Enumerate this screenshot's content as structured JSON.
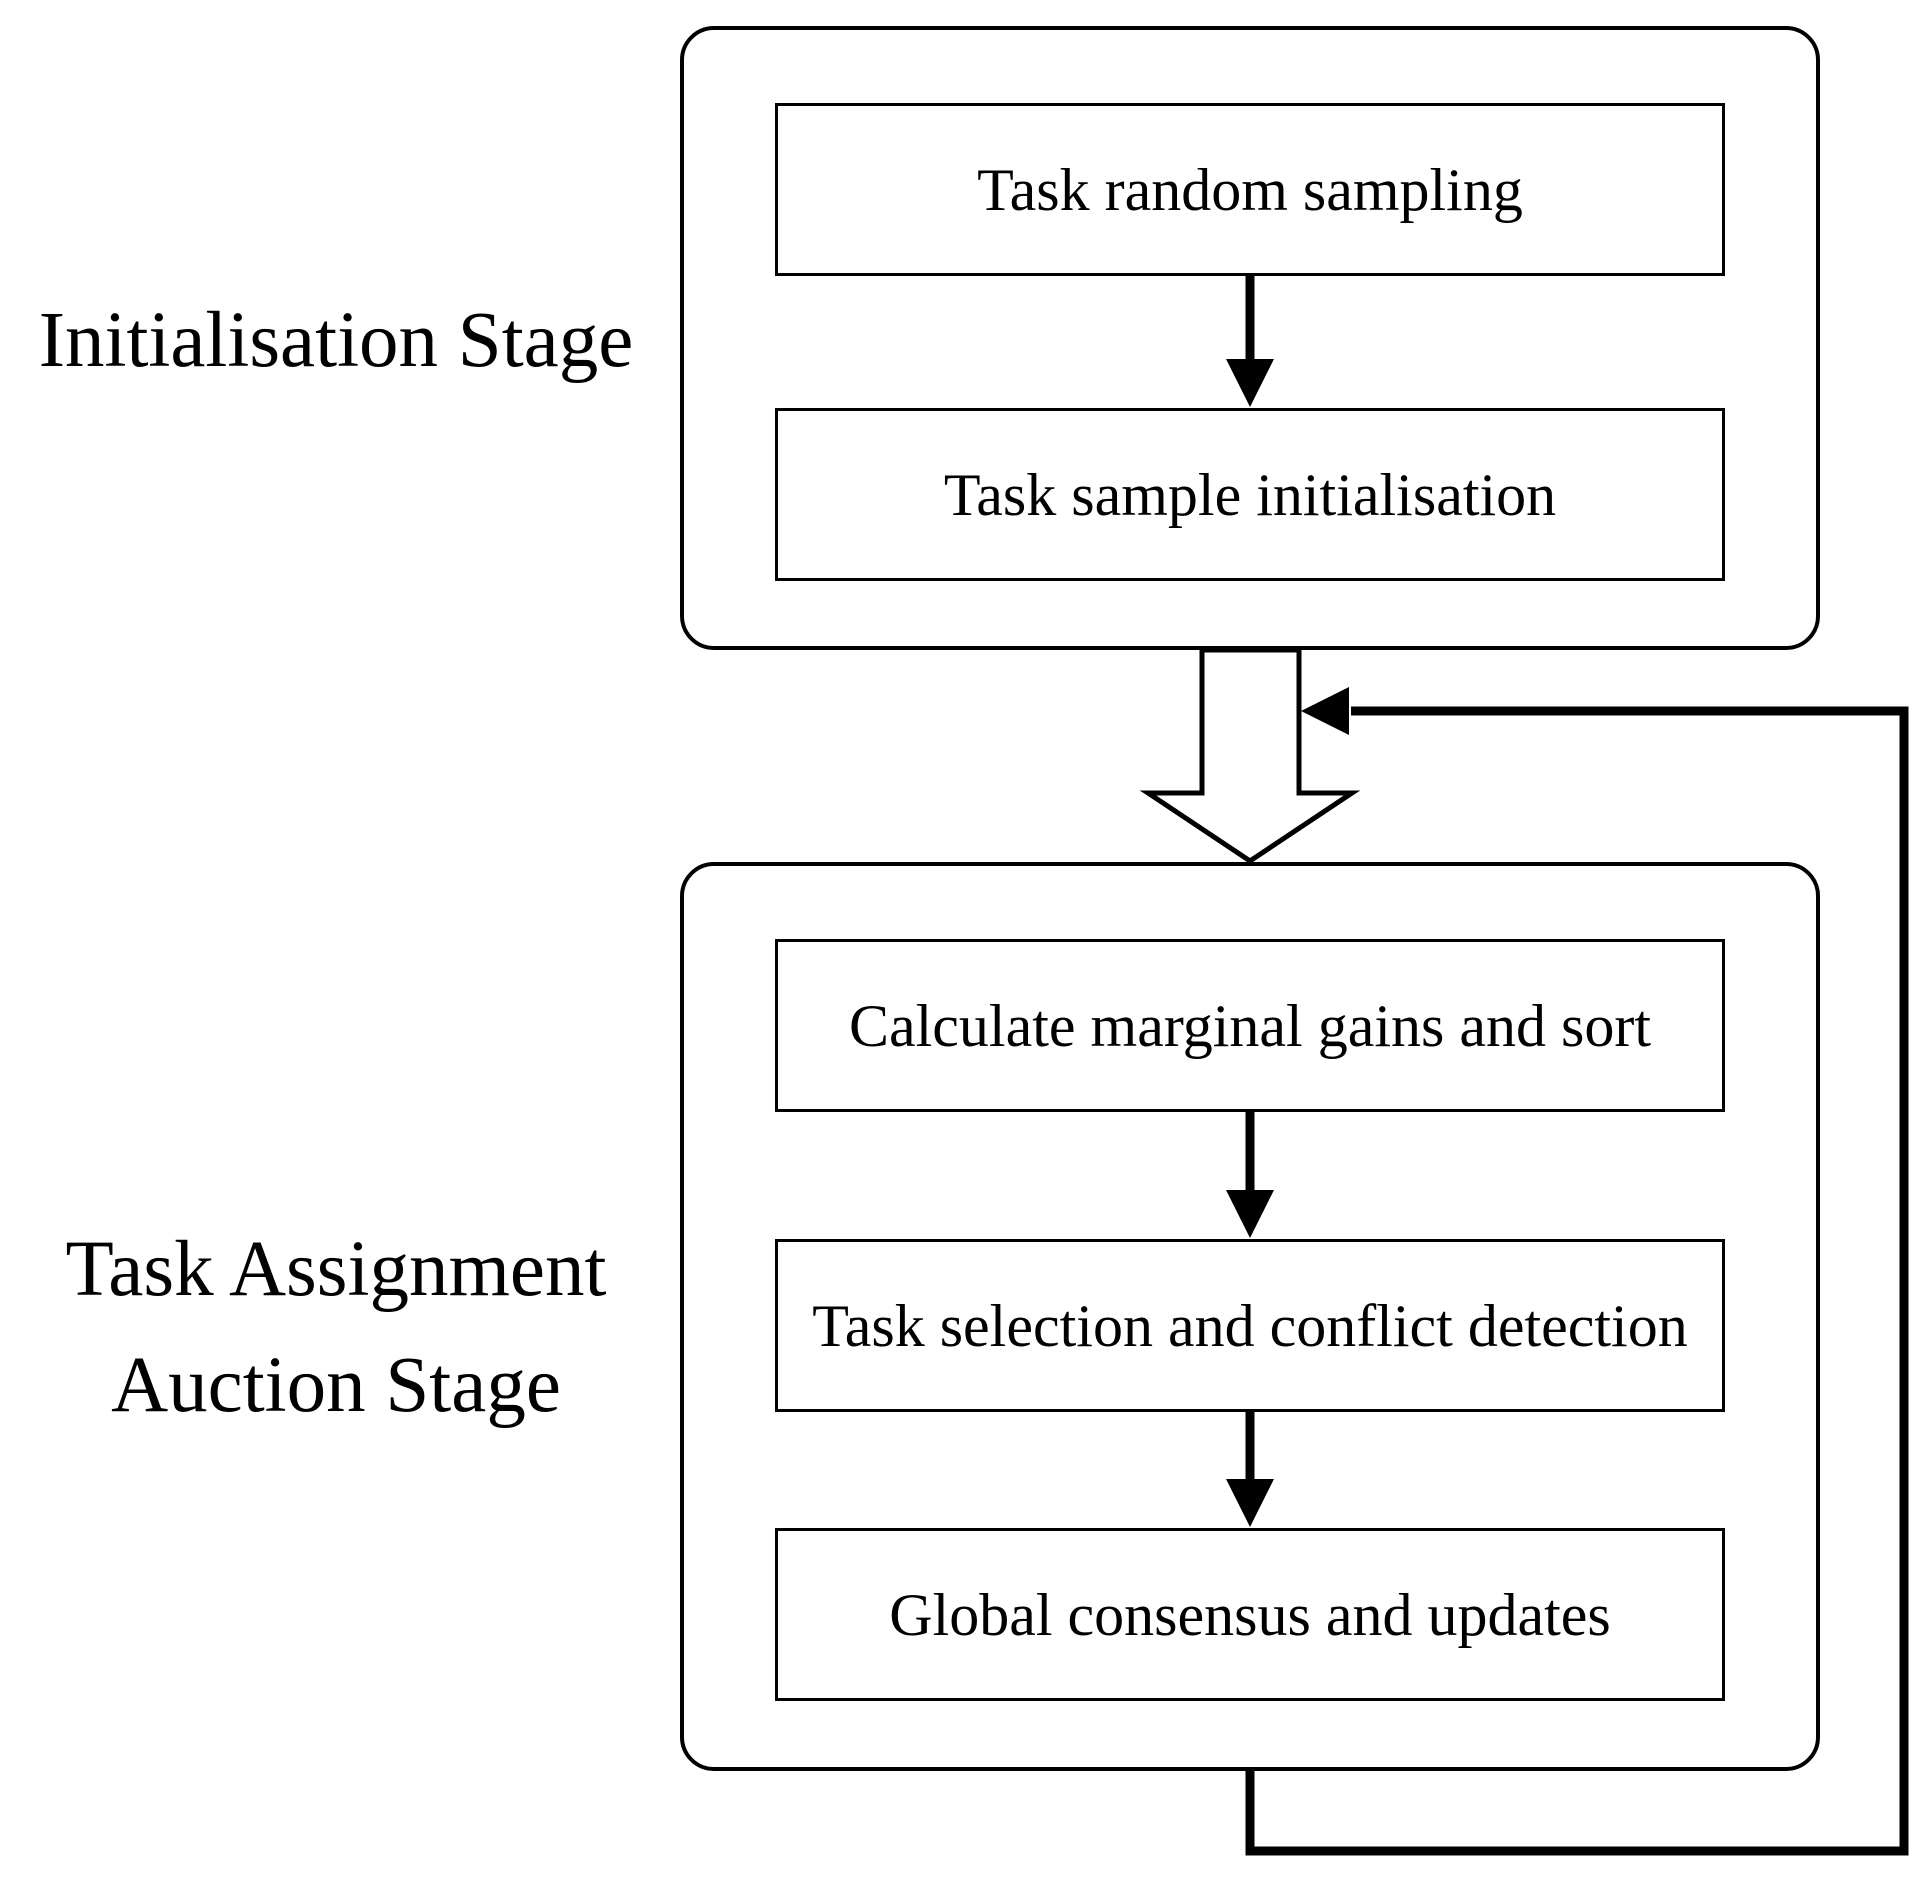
{
  "colors": {
    "background": "#ffffff",
    "stroke": "#000000",
    "text": "#000000"
  },
  "stage1": {
    "label": "Initialisation Stage",
    "boxes": [
      {
        "label": "Task random sampling"
      },
      {
        "label": "Task sample initialisation"
      }
    ]
  },
  "stage2": {
    "label_lines": [
      "Task Assignment",
      "Auction Stage"
    ],
    "boxes": [
      {
        "label": "Calculate marginal gains and sort"
      },
      {
        "label": "Task selection and conflict detection"
      },
      {
        "label": "Global consensus and updates"
      }
    ]
  }
}
